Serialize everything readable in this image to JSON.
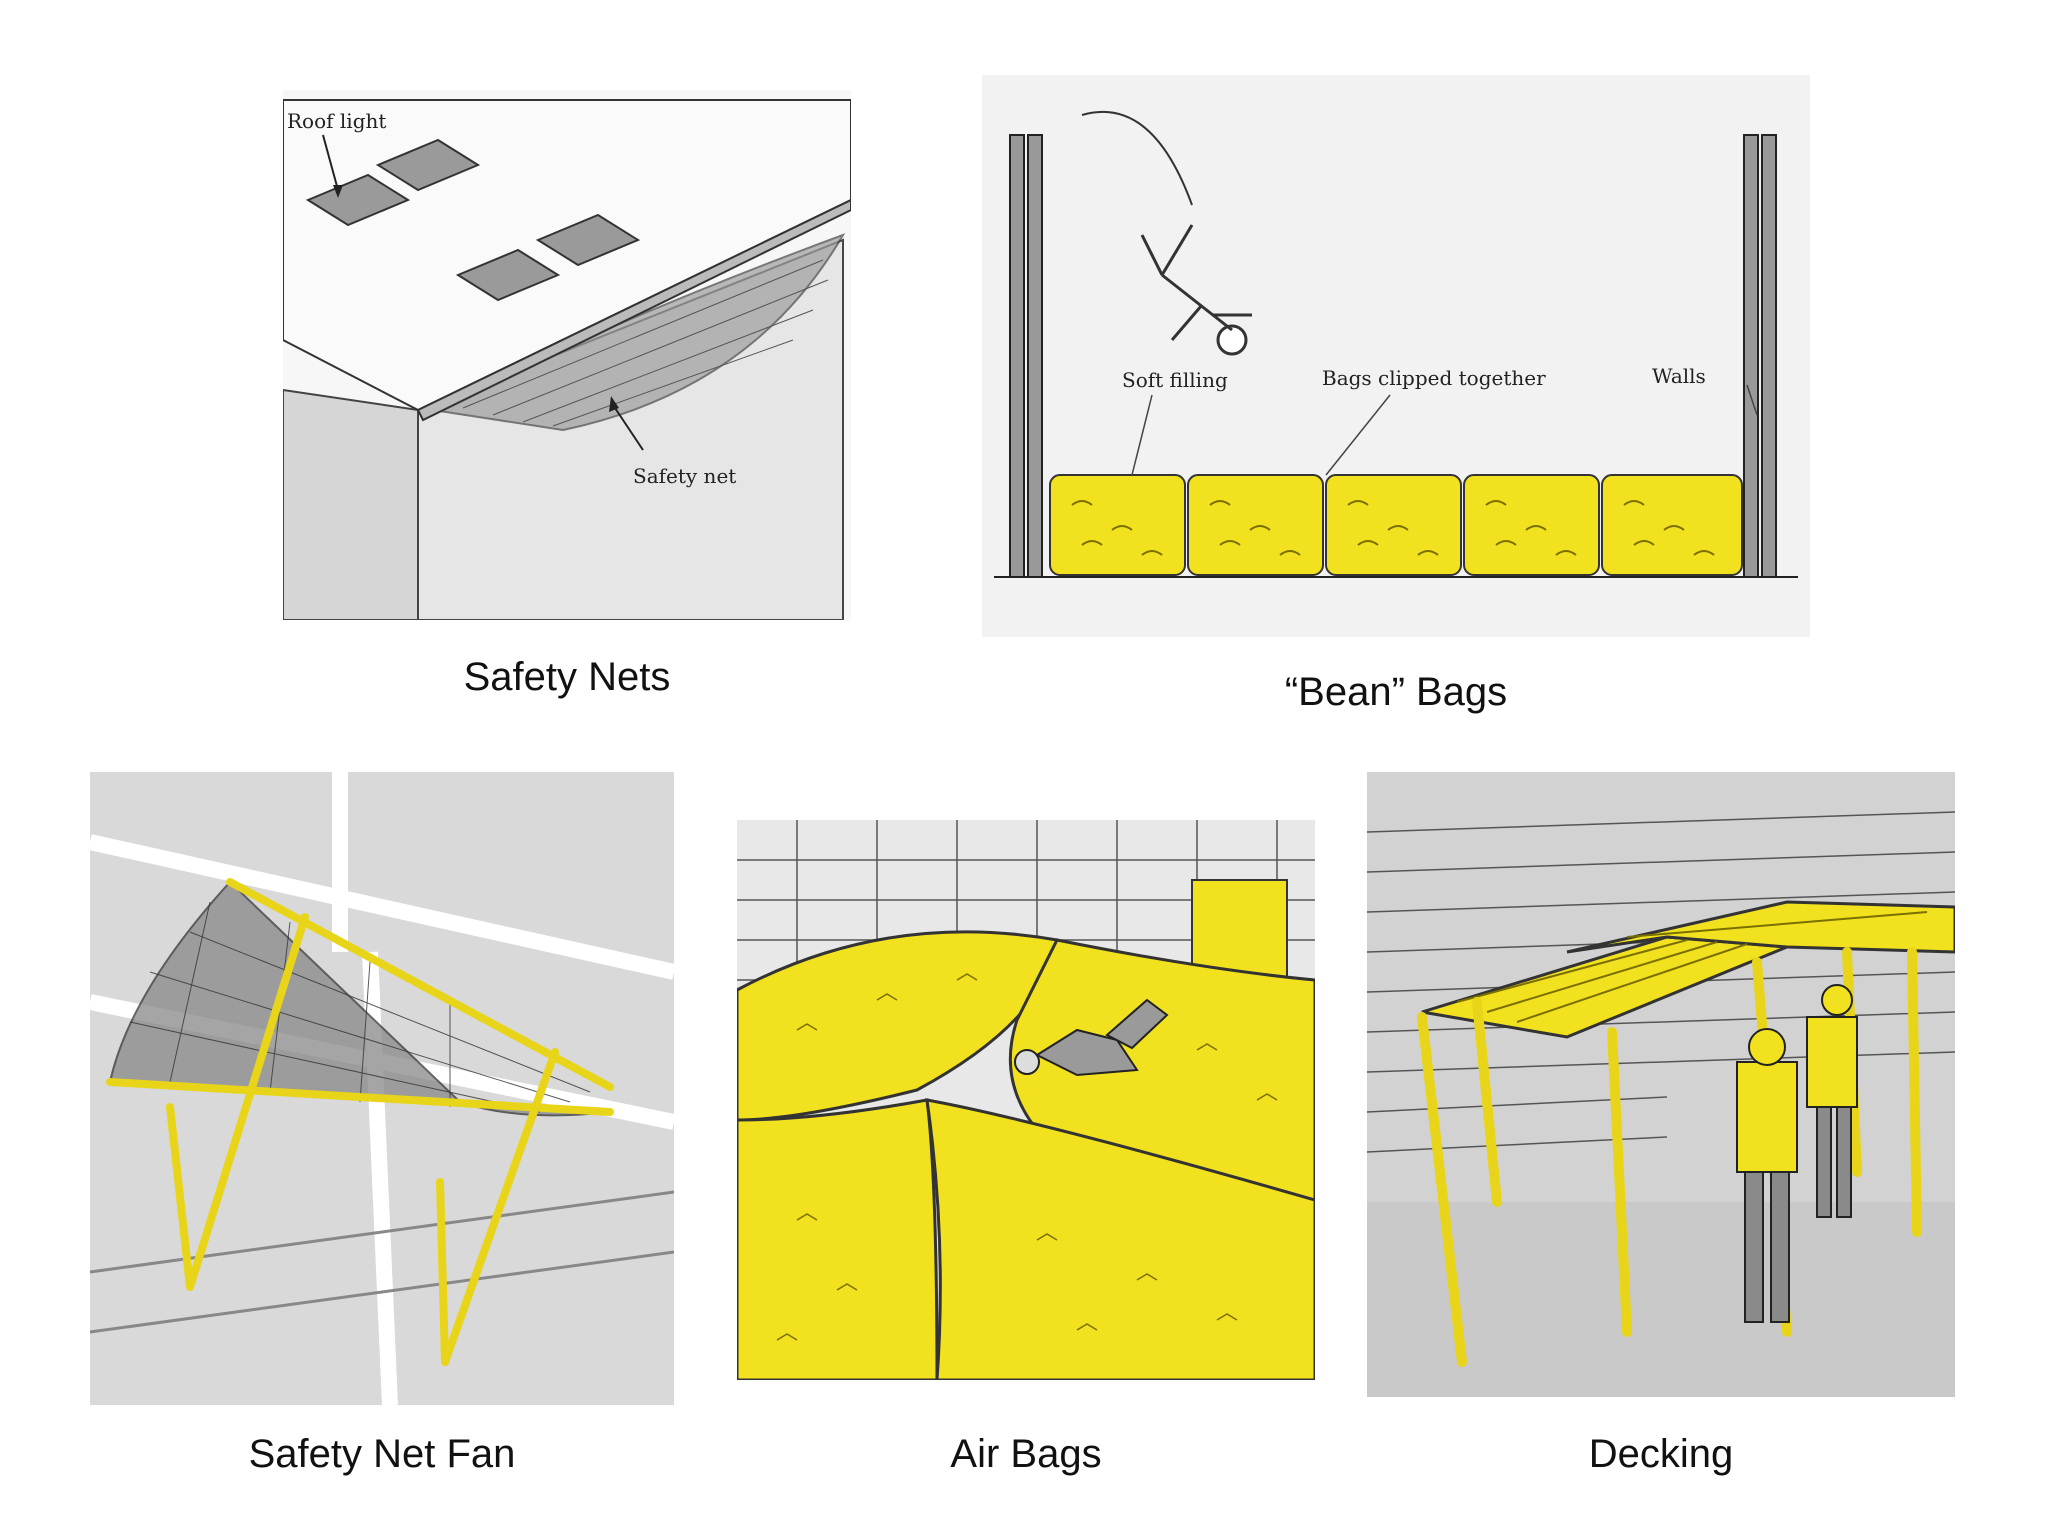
{
  "panels": {
    "safety_nets": {
      "caption": "Safety Nets",
      "labels": {
        "roof_light": "Roof light",
        "safety_net": "Safety net"
      }
    },
    "bean_bags": {
      "caption": "“Bean” Bags",
      "labels": {
        "soft_filling": "Soft filling",
        "bags_clipped": "Bags clipped together",
        "walls": "Walls"
      }
    },
    "safety_net_fan": {
      "caption": "Safety Net Fan"
    },
    "air_bags": {
      "caption": "Air Bags"
    },
    "decking": {
      "caption": "Decking"
    }
  },
  "colors": {
    "yellow": "#f2e11e",
    "grey": "#c8c8c8",
    "dark": "#333333"
  }
}
